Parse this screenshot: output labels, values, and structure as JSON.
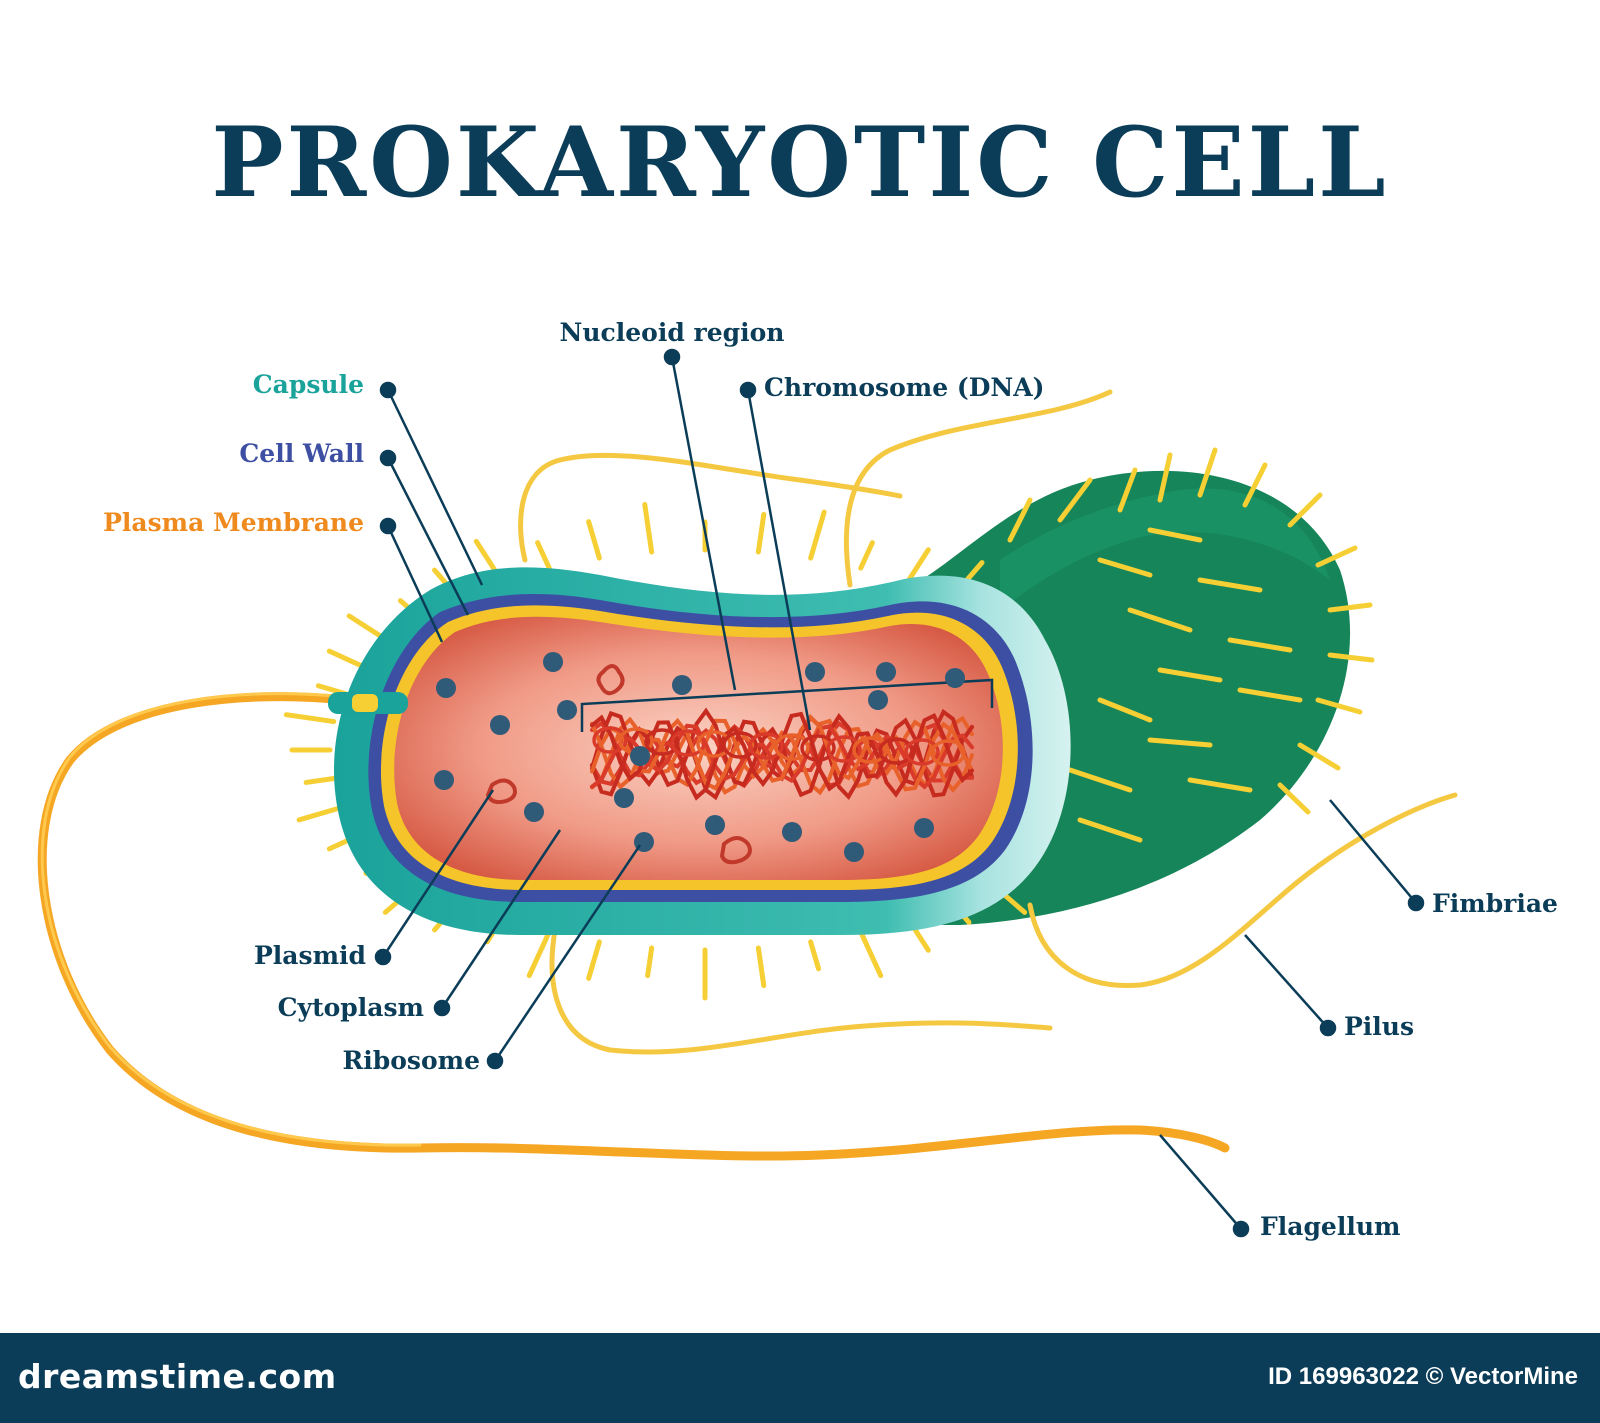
{
  "title": "PROKARYOTIC CELL",
  "colors": {
    "title": "#0b3d58",
    "label_default": "#0b3d58",
    "capsule": "#1aa39b",
    "cell_wall": "#3d4fa3",
    "plasma_membrane": "#ef8a1e",
    "cytoplasm": "#e8705c",
    "dna": "#d93a2a",
    "ribosome": "#2f5a78",
    "fimbriae": "#f5cf33",
    "flagellum": "#f5a623",
    "back_green": "#16855a",
    "footer": "#0b3d58"
  },
  "labels": {
    "nucleoid": "Nucleoid region",
    "chromosome": "Chromosome (DNA)",
    "capsule": "Capsule",
    "cell_wall": "Cell Wall",
    "plasma_membrane": "Plasma Membrane",
    "plasmid": "Plasmid",
    "cytoplasm": "Cytoplasm",
    "ribosome": "Ribosome",
    "fimbriae": "Fimbriae",
    "pilus": "Pilus",
    "flagellum": "Flagellum"
  },
  "watermark": {
    "site": "dreamstime.com",
    "id_credit": "ID 169963022 © VectorMine"
  }
}
